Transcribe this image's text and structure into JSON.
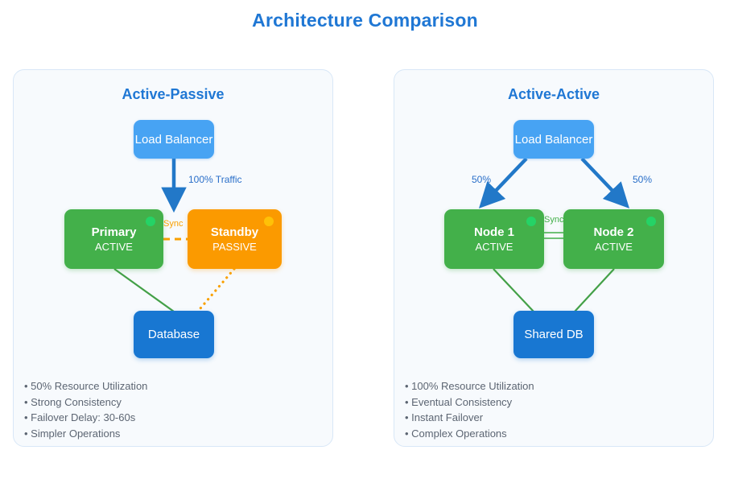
{
  "page": {
    "title": "Architecture Comparison",
    "title_color": "#1f77d4",
    "background": "#ffffff"
  },
  "colors": {
    "accent_blue": "#1f77d4",
    "load_balancer": "#47a3f3",
    "active_green": "#43b04a",
    "standby_orange": "#fb9a00",
    "database_blue": "#1877d2",
    "arrow_blue": "#2278c8",
    "dot_green": "#25d366",
    "dot_amber": "#ffc107",
    "panel_fill": "#f7fafd",
    "panel_border": "#d8e7f7",
    "list_text": "#5c6572"
  },
  "panels": [
    {
      "id": "active-passive",
      "title": "Active-Passive",
      "load_balancer": {
        "label": "Load Balancer"
      },
      "traffic_labels": [
        {
          "text": "100% Traffic"
        }
      ],
      "sync": {
        "label": "Sync",
        "style": "dashed",
        "color": "#fb9a00"
      },
      "nodes": [
        {
          "name": "Primary",
          "state": "ACTIVE",
          "color": "green",
          "dot": "green"
        },
        {
          "name": "Standby",
          "state": "PASSIVE",
          "color": "orange",
          "dot": "amber"
        }
      ],
      "datastore": {
        "label": "Database"
      },
      "features": [
        "• 50% Resource Utilization",
        "• Strong Consistency",
        "• Failover Delay: 30-60s",
        "• Simpler Operations"
      ]
    },
    {
      "id": "active-active",
      "title": "Active-Active",
      "load_balancer": {
        "label": "Load Balancer"
      },
      "traffic_labels": [
        {
          "text": "50%"
        },
        {
          "text": "50%"
        }
      ],
      "sync": {
        "label": "Sync",
        "style": "solid",
        "color": "#43b04a"
      },
      "nodes": [
        {
          "name": "Node 1",
          "state": "ACTIVE",
          "color": "green",
          "dot": "green"
        },
        {
          "name": "Node 2",
          "state": "ACTIVE",
          "color": "green",
          "dot": "green"
        }
      ],
      "datastore": {
        "label": "Shared DB"
      },
      "features": [
        "• 100% Resource Utilization",
        "• Eventual Consistency",
        "• Instant Failover",
        "• Complex Operations"
      ]
    }
  ]
}
